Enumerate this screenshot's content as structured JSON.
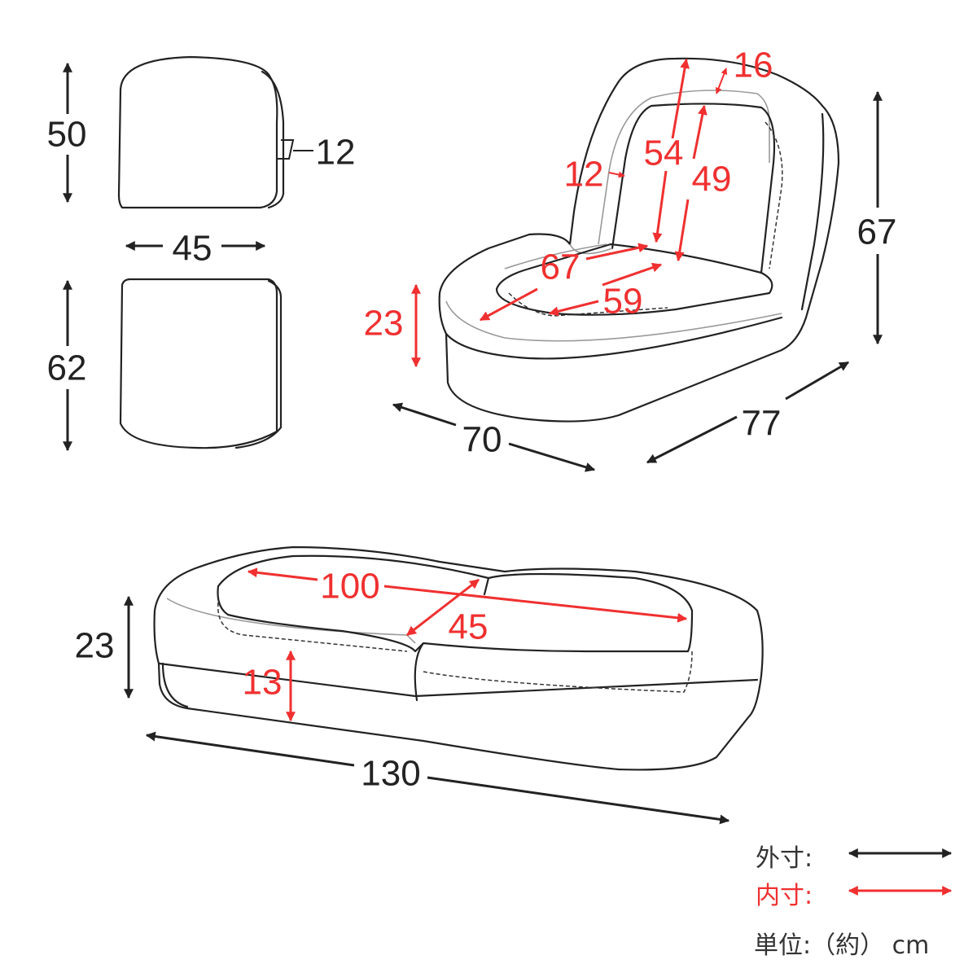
{
  "outer_dimensions": {
    "back_height": "50",
    "back_thickness": "12",
    "width": "45",
    "seat_depth": "62",
    "chair_height": "67",
    "chair_width": "70",
    "chair_depth": "77",
    "flat_height": "23",
    "flat_length": "130"
  },
  "inner_dimensions": {
    "back_top": "16",
    "back_outer_height": "54",
    "back_inner_height": "49",
    "armrest": "12",
    "seat_outer": "67",
    "seat_inner": "59",
    "seat_height": "23",
    "flat_inner_length": "100",
    "flat_inner_width": "45",
    "flat_cushion_height": "13"
  },
  "legend": {
    "outer_label": "外寸:",
    "inner_label": "内寸:",
    "unit_label": "単位:（約） cm",
    "outer_color": "#333333",
    "inner_color": "#f03030"
  }
}
